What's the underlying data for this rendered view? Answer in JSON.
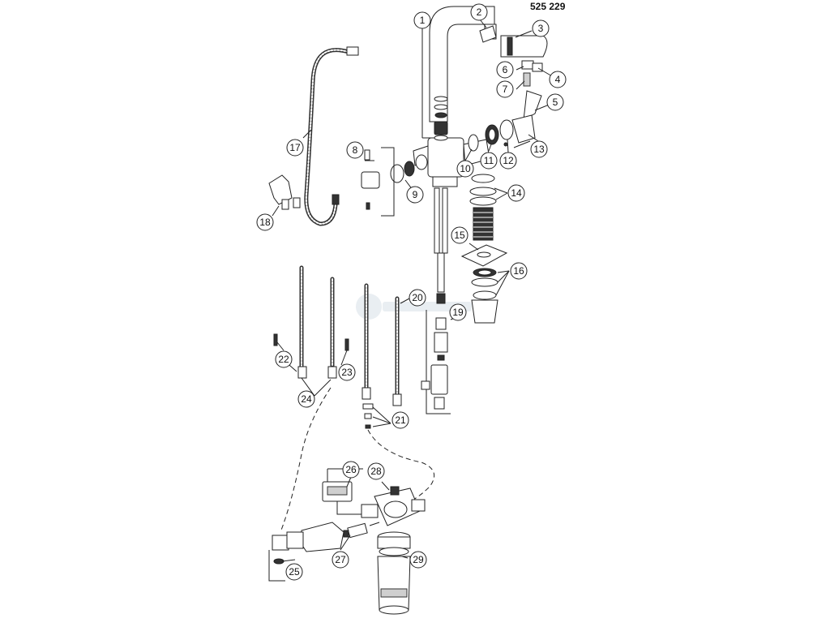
{
  "diagram": {
    "part_number": "525 229",
    "callouts": [
      "1",
      "2",
      "3",
      "4",
      "5",
      "6",
      "7",
      "8",
      "9",
      "10",
      "11",
      "12",
      "13",
      "14",
      "15",
      "16",
      "17",
      "18",
      "19",
      "20",
      "21",
      "22",
      "23",
      "24",
      "25",
      "26",
      "27",
      "28",
      "29"
    ]
  },
  "colors": {
    "line": "#222222",
    "background": "#ffffff",
    "fill_light": "#ffffff",
    "fill_grey": "#cfcfcf",
    "watermark": "#e9eef2"
  }
}
